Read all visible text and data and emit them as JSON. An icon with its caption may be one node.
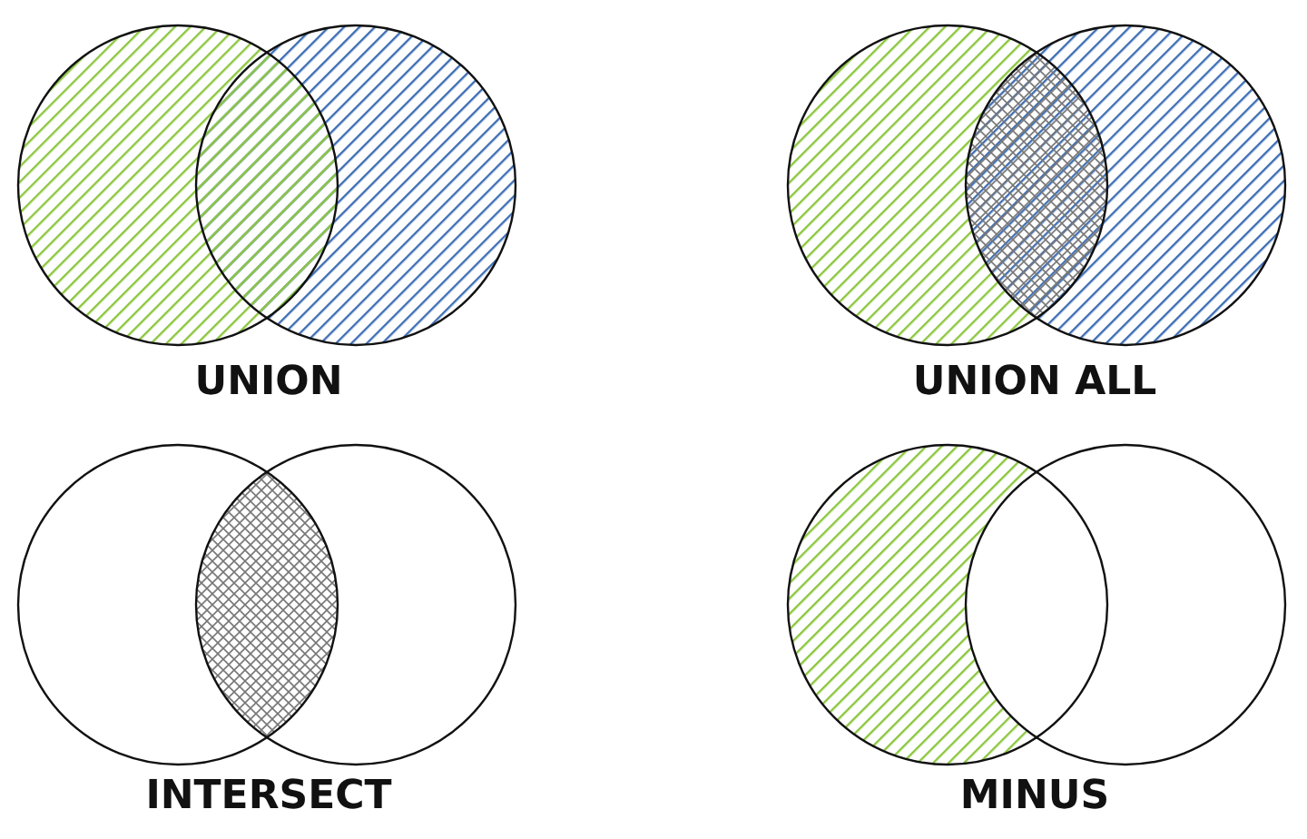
{
  "diagram": {
    "labels": [
      "UNION",
      "UNION ALL",
      "INTERSECT",
      "MINUS"
    ]
  }
}
